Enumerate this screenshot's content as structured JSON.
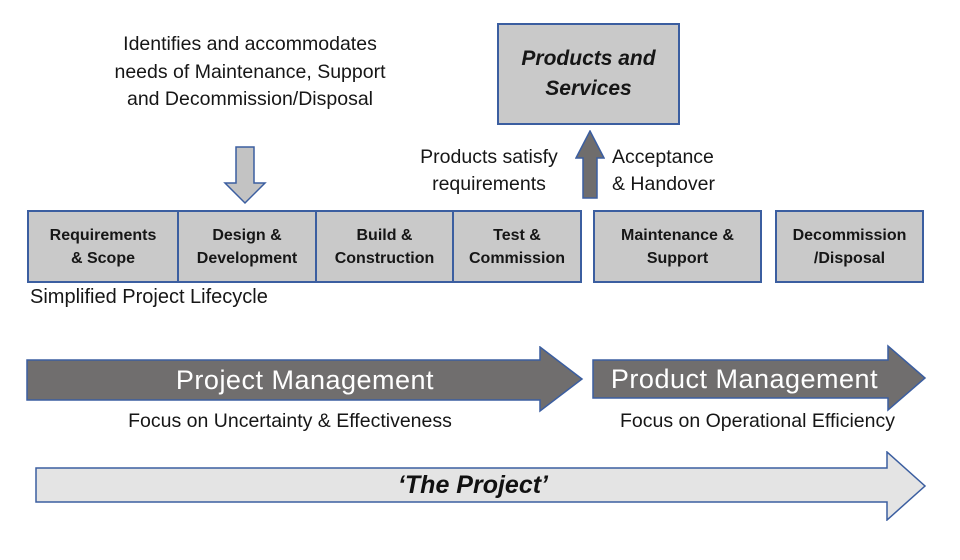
{
  "diagram": {
    "title_note": "Identifies and accommodates\nneeds of Maintenance, Support\nand Decommission/Disposal",
    "products_services_box": "Products and\nServices",
    "products_satisfy_label": "Products satisfy\nrequirements",
    "acceptance_label": "Acceptance\n& Handover",
    "lifecycle": {
      "stages": [
        "Requirements\n& Scope",
        "Design &\nDevelopment",
        "Build &\nConstruction",
        "Test &\nCommission"
      ],
      "maintenance_stage": "Maintenance &\nSupport",
      "decommission_stage": "Decommission\n/Disposal",
      "caption": "Simplified Project Lifecycle"
    },
    "arrows": {
      "project_management": {
        "label": "Project Management",
        "subtitle": "Focus on Uncertainty & Effectiveness"
      },
      "product_management": {
        "label": "Product Management",
        "subtitle": "Focus on Operational Efficiency"
      },
      "the_project": {
        "label": "‘The Project’"
      }
    },
    "colors": {
      "box_fill": "#c9c9c9",
      "box_border": "#3b5ea0",
      "dark_arrow_fill": "#706e6e",
      "light_arrow_fill": "#e4e4e4",
      "down_arrow_fill": "#c3c3c3",
      "arrow_text": "#ffffff",
      "text": "#161616"
    }
  }
}
